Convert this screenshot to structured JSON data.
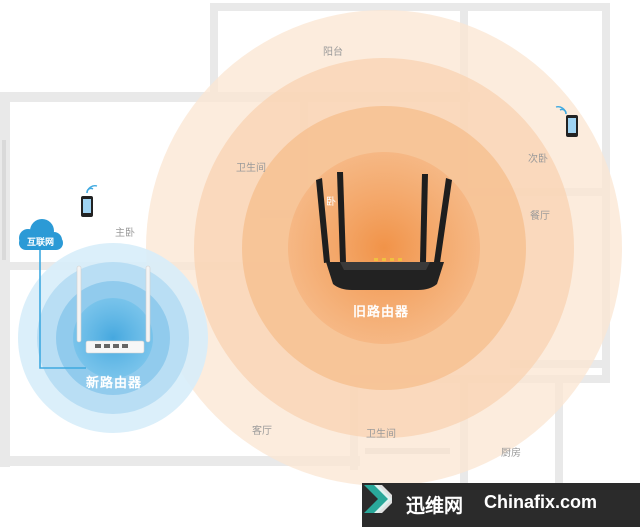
{
  "rooms": {
    "balcony": "阳台",
    "bathroom_top": "卫生间",
    "second_bedroom": "次卧",
    "restaurant": "餐厅",
    "master_bedroom": "主卧",
    "living_room": "客厅",
    "bathroom_bottom": "卫生间",
    "kitchen": "厨房",
    "partial_label": "卧"
  },
  "internet_label": "互联网",
  "new_router_label": "新路由器",
  "old_router_label": "旧路由器",
  "watermark": {
    "cn": "迅维网",
    "en": "Chinafix.com"
  },
  "colors": {
    "orange_coverage": "#f29f5c",
    "blue_coverage": "#4aaee0",
    "cloud": "#2b9ad6",
    "cable": "#3fa9e0",
    "wall": "#e9e9e9",
    "watermark_bg": "#2b2b2b",
    "logo_green": "#2aa89a"
  },
  "icons": {
    "phones": "smartphone-icon",
    "wifi": "wifi-icon",
    "cloud": "cloud-icon"
  }
}
